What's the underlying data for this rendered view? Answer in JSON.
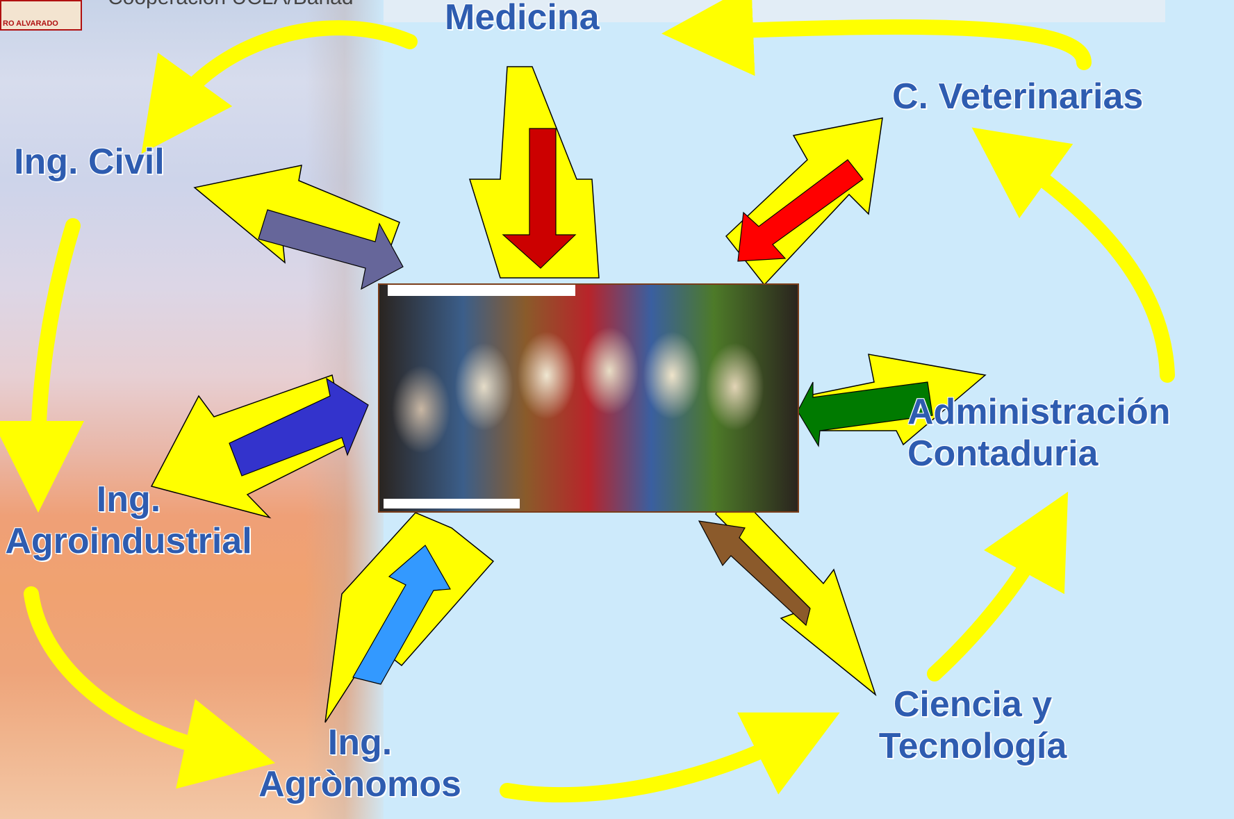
{
  "header": {
    "logo_caption": "RO ALVARADO",
    "header_text": "Cooperación UCLA/Bañad"
  },
  "labels": {
    "medicina": "Medicina",
    "veterinarias": "C. Veterinarias",
    "civil": "Ing. Civil",
    "agroindustrial_line1": "Ing.",
    "agroindustrial_line2": "Agroindustrial",
    "administracion_line1": "Administración",
    "administracion_line2": "Contaduria",
    "agronomos_line1": "Ing.",
    "agronomos_line2": "Agrònomos",
    "ciencia_line1": "Ciencia y",
    "ciencia_line2": "Tecnología"
  },
  "colors": {
    "label_blue": "#2e5cb0",
    "outer_arrow_yellow": "#ffff00",
    "arrow_medicina": "#cc0000",
    "arrow_veterinarias": "#ff0000",
    "arrow_civil": "#66669a",
    "arrow_agroindustrial": "#3333cc",
    "arrow_agronomos": "#3399ff",
    "arrow_ciencia": "#8b5a2b",
    "arrow_administracion": "#007a00"
  }
}
